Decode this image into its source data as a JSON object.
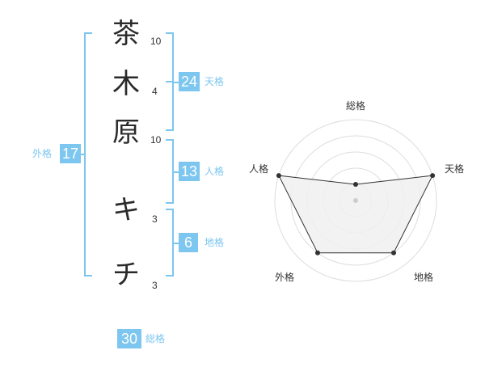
{
  "name_chars": [
    {
      "char": "茶",
      "strokes": "10"
    },
    {
      "char": "木",
      "strokes": "4"
    },
    {
      "char": "原",
      "strokes": "10"
    },
    {
      "char": "キ",
      "strokes": "3"
    },
    {
      "char": "チ",
      "strokes": "3"
    }
  ],
  "kaku": {
    "tenkaku": {
      "value": "24",
      "label": "天格"
    },
    "jinkaku": {
      "value": "13",
      "label": "人格"
    },
    "chikaku": {
      "value": "6",
      "label": "地格"
    },
    "gaikaku": {
      "value": "17",
      "label": "外格"
    },
    "soukaku": {
      "value": "30",
      "label": "総格"
    }
  },
  "chart_data": {
    "type": "radar",
    "axes": [
      "総格",
      "天格",
      "地格",
      "外格",
      "人格"
    ],
    "values": [
      1,
      5,
      4,
      4,
      5
    ],
    "max": 5,
    "rings": 5,
    "colors": {
      "fill": "#f0f0f0",
      "line": "#333333",
      "grid": "#dddddd",
      "point": "#333333",
      "center": "#cccccc"
    }
  }
}
